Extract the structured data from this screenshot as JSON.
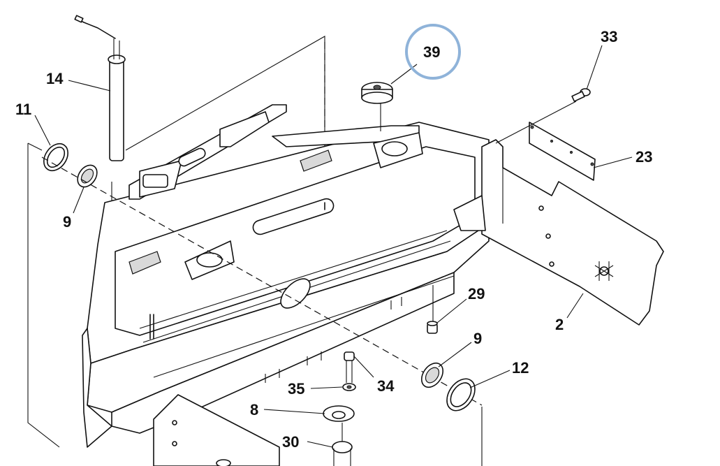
{
  "diagram": {
    "callouts": [
      {
        "id": "c39",
        "label": "39",
        "highlighted": true
      },
      {
        "id": "c33",
        "label": "33"
      },
      {
        "id": "c14",
        "label": "14"
      },
      {
        "id": "c11",
        "label": "11"
      },
      {
        "id": "c9a",
        "label": "9"
      },
      {
        "id": "c23",
        "label": "23"
      },
      {
        "id": "c29",
        "label": "29"
      },
      {
        "id": "c2",
        "label": "2"
      },
      {
        "id": "c9b",
        "label": "9"
      },
      {
        "id": "c12",
        "label": "12"
      },
      {
        "id": "c35",
        "label": "35"
      },
      {
        "id": "c34",
        "label": "34"
      },
      {
        "id": "c8",
        "label": "8"
      },
      {
        "id": "c30",
        "label": "30"
      }
    ],
    "colors": {
      "line": "#111111",
      "highlight_ring": "#8fb3d9",
      "background": "#ffffff"
    }
  }
}
